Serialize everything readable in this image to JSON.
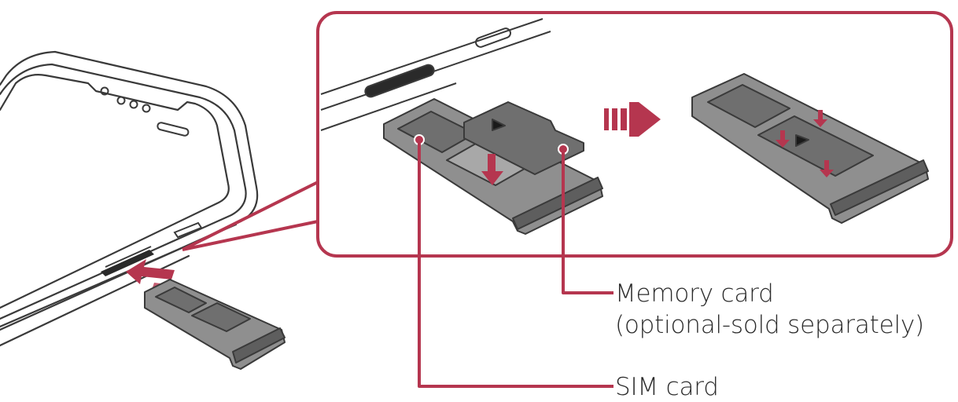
{
  "labels": {
    "memory_card": "Memory card",
    "memory_card_note": "(optional-sold separately)",
    "sim_card": "SIM card"
  },
  "colors": {
    "accent": "#b5364f",
    "outline": "#3a3a3a",
    "tray_fill": "#8f8f8f",
    "tray_dark": "#5e5e5e",
    "card_fill": "#6f6f6f"
  }
}
